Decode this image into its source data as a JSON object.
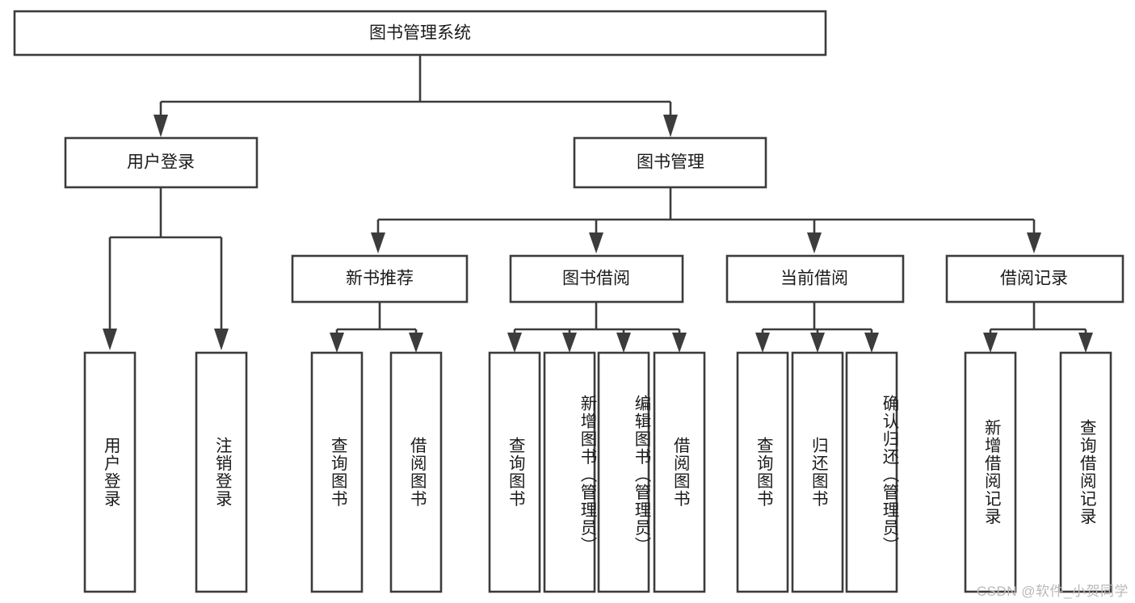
{
  "diagram": {
    "type": "tree-hierarchy",
    "title": "图书管理系统",
    "watermark": "CSDN @软件_小贺同学",
    "colors": {
      "stroke": "#3c3c3c",
      "fill": "#ffffff",
      "text": "#1a1a1a",
      "watermark": "#b9b9b9"
    },
    "root": {
      "label": "图书管理系统"
    },
    "level2": [
      {
        "label": "用户登录"
      },
      {
        "label": "图书管理"
      }
    ],
    "level3": [
      {
        "label": "新书推荐"
      },
      {
        "label": "图书借阅"
      },
      {
        "label": "当前借阅"
      },
      {
        "label": "借阅记录"
      }
    ],
    "leaves": {
      "user_login": [
        {
          "label": "用户登录"
        },
        {
          "label": "注销登录"
        }
      ],
      "new_book_recommend": [
        {
          "label": "查询图书"
        },
        {
          "label": "借阅图书"
        }
      ],
      "book_borrow": [
        {
          "label": "查询图书"
        },
        {
          "label": "新增图书（管理员）"
        },
        {
          "label": "编辑图书（管理员）"
        },
        {
          "label": "借阅图书"
        }
      ],
      "current_borrow": [
        {
          "label": "查询图书"
        },
        {
          "label": "归还图书"
        },
        {
          "label": "确认归还（管理员）"
        }
      ],
      "borrow_record": [
        {
          "label": "新增借阅记录"
        },
        {
          "label": "查询借阅记录"
        }
      ]
    }
  }
}
